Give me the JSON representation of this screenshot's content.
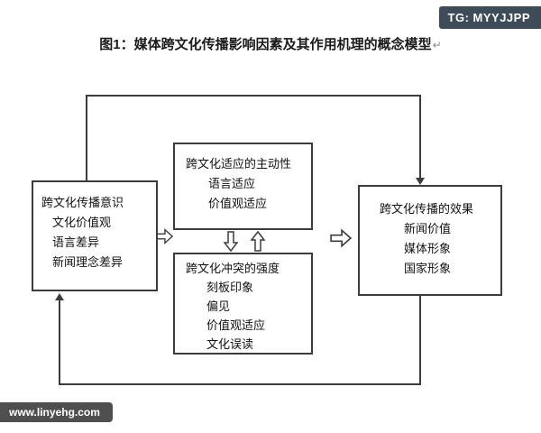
{
  "badge": {
    "label": "TG: MYYJJPP"
  },
  "watermark": {
    "label": "www.linyehg.com"
  },
  "title": {
    "text": "图1：媒体跨文化传播影响因素及其作用机理的概念模型",
    "mark": "↵"
  },
  "diagram": {
    "boxes": {
      "awareness": {
        "title": "跨文化传播意识",
        "items": [
          "文化价值观",
          "语言差异",
          "新闻理念差异"
        ]
      },
      "adaptation": {
        "title": "跨文化适应的主动性",
        "items": [
          "语言适应",
          "价值观适应"
        ]
      },
      "conflict": {
        "title": "跨文化冲突的强度",
        "items": [
          "刻板印象",
          "偏见",
          "价值观适应",
          "文化误读"
        ]
      },
      "effect": {
        "title": "跨文化传播的效果",
        "items": [
          "新闻价值",
          "媒体形象",
          "国家形象"
        ]
      }
    },
    "colors": {
      "line": "#3c3c3c",
      "badge_bg": "#3e4c59",
      "watermark_bg": "#4f4f4f"
    }
  }
}
